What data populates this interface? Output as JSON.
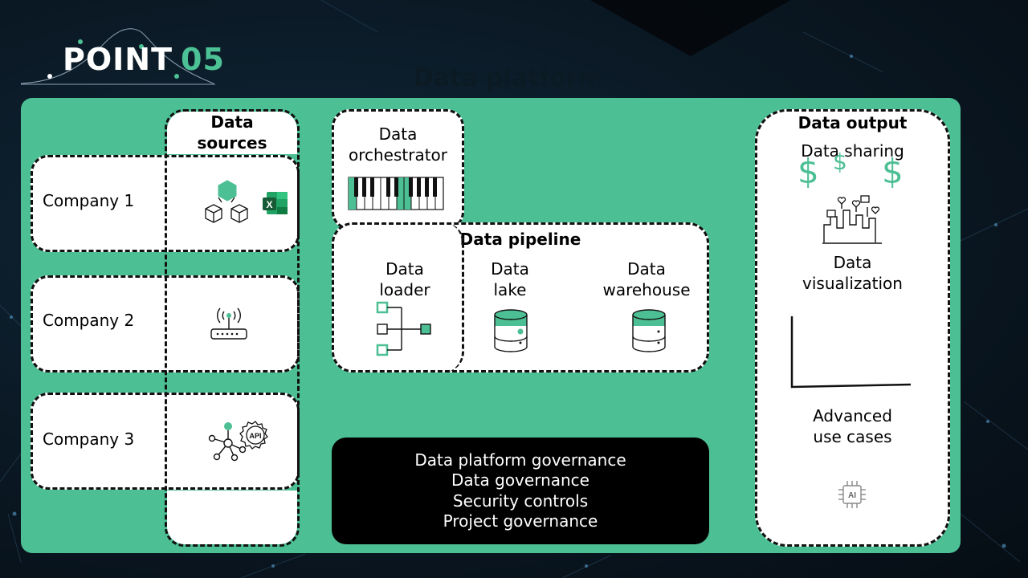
{
  "logo": {
    "word": "POINT",
    "number": "05"
  },
  "page_title": "Data platform",
  "sources": {
    "header_line1": "Data",
    "header_line2": "sources",
    "companies": [
      "Company 1",
      "Company 2",
      "Company 3"
    ]
  },
  "orchestrator": {
    "line1": "Data",
    "line2": "orchestrator"
  },
  "pipeline": {
    "title": "Data pipeline",
    "loader": {
      "line1": "Data",
      "line2": "loader"
    },
    "lake": {
      "line1": "Data",
      "line2": "lake"
    },
    "warehouse": {
      "line1": "Data",
      "line2": "warehouse"
    }
  },
  "governance": {
    "lines": [
      "Data platform governance",
      "Data governance",
      "Security controls",
      "Project governance"
    ]
  },
  "output": {
    "title": "Data output",
    "sharing": "Data sharing",
    "visualization": {
      "line1": "Data",
      "line2": "visualization"
    },
    "advanced": {
      "line1": "Advanced",
      "line2": "use cases"
    },
    "dollar": "$"
  },
  "colors": {
    "accent": "#4dbf94",
    "panel": "#4dbf94",
    "dark": "#000000",
    "logo_accent": "#4cc196"
  },
  "icons": [
    "hexagon-cubes-icon",
    "excel-icon",
    "router-icon",
    "network-hub-icon",
    "api-gear-icon",
    "piano-keys-icon",
    "tree-connector-icon",
    "database-icon",
    "dollar-icon",
    "city-likes-icon",
    "chart-axes-icon",
    "ai-chip-icon"
  ]
}
